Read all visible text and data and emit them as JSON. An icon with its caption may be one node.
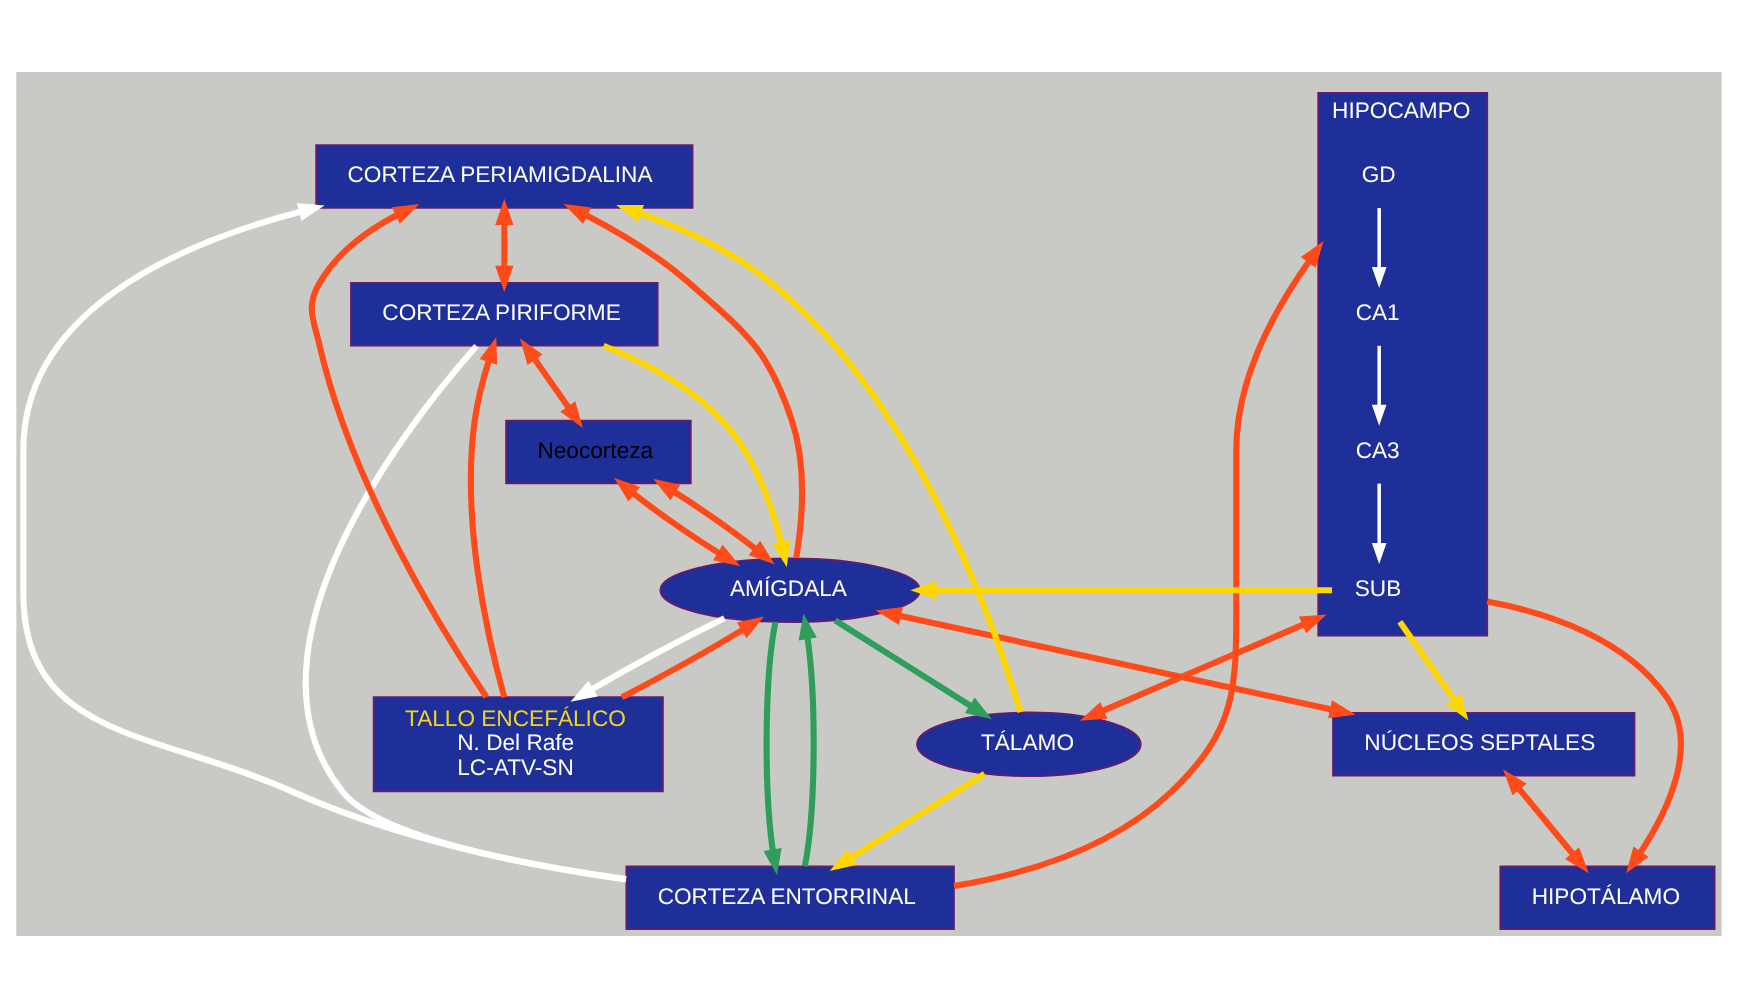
{
  "diagram": {
    "nodes": [
      {
        "text": [
          "CORTEZA PERIAMIGDALINA"
        ]
      },
      {
        "text": [
          "CORTEZA PIRIFORME"
        ]
      },
      {
        "text": [
          "Neocorteza"
        ]
      },
      {
        "text": [
          "CORTEZA ENTORRINAL"
        ]
      },
      {
        "text": [
          "AMÍGDALA"
        ]
      },
      {
        "text": [
          "HIPOCAMPO"
        ]
      },
      {
        "text": [
          "GD"
        ],
        "in": 5
      },
      {
        "text": [
          "CA1"
        ],
        "in": 5
      },
      {
        "text": [
          "CA3"
        ],
        "in": 5
      },
      {
        "text": [
          "SUB"
        ],
        "in": 5
      },
      {
        "text": [
          "TALLO ENCEFÁLICO",
          "N. Del Rafe",
          "LC-ATV-SN"
        ]
      },
      {
        "text": [
          "NÚCLEOS SEPTALES"
        ]
      },
      {
        "text": [
          "TÁLAMO"
        ]
      },
      {
        "text": [
          "HIPOTÁLAMO"
        ]
      }
    ],
    "edges": [
      {
        "from": 10,
        "to": 0,
        "arrow": "to",
        "color": "#ff4a1a"
      },
      {
        "from": 10,
        "to": 1,
        "arrow": "to",
        "color": "#ff4a1a"
      },
      {
        "from": 10,
        "to": 4,
        "arrow": "to",
        "color": "#ff4a1a"
      },
      {
        "from": 0,
        "to": 1,
        "arrow": "both",
        "color": "#ff4a1a"
      },
      {
        "from": 1,
        "to": 2,
        "arrow": "both",
        "color": "#ff4a1a"
      },
      {
        "from": 4,
        "to": 0,
        "arrow": "to",
        "color": "#ff4a1a"
      },
      {
        "from": 2,
        "to": 4,
        "arrow": "both",
        "color": "#ff4a1a"
      },
      {
        "from": 2,
        "to": 4,
        "arrow": "both",
        "color": "#ff4a1a"
      },
      {
        "from": 4,
        "to": 11,
        "arrow": "both",
        "color": "#ff4a1a"
      },
      {
        "from": 11,
        "to": 13,
        "arrow": "both",
        "color": "#ff4a1a"
      },
      {
        "from": 3,
        "to": 5,
        "arrow": "to",
        "color": "#ff4a1a"
      },
      {
        "from": 5,
        "to": 12,
        "arrow": "both",
        "color": "#ff4a1a"
      },
      {
        "from": 5,
        "to": 13,
        "arrow": "to",
        "color": "#ff4a1a"
      },
      {
        "from": 12,
        "to": 0,
        "arrow": "to",
        "color": "#ffd700"
      },
      {
        "from": 12,
        "to": 3,
        "arrow": "to",
        "color": "#ffd700"
      },
      {
        "from": 1,
        "to": 4,
        "arrow": "to",
        "color": "#ffd700"
      },
      {
        "from": 9,
        "to": 4,
        "arrow": "to",
        "color": "#ffd700"
      },
      {
        "from": 9,
        "to": 11,
        "arrow": "to",
        "color": "#ffd700"
      },
      {
        "from": 3,
        "to": 0,
        "arrow": "to",
        "color": "#ffffff"
      },
      {
        "from": 1,
        "to": 3,
        "arrow": "none",
        "color": "#ffffff"
      },
      {
        "from": 4,
        "to": 10,
        "arrow": "to",
        "color": "#ffffff"
      },
      {
        "from": 4,
        "to": 3,
        "arrow": "to",
        "color": "#2e9e5a"
      },
      {
        "from": 3,
        "to": 4,
        "arrow": "to",
        "color": "#2e9e5a"
      },
      {
        "from": 4,
        "to": 12,
        "arrow": "to",
        "color": "#2e9e5a"
      },
      {
        "from": 6,
        "to": 7,
        "arrow": "to",
        "color": "#ffffff"
      },
      {
        "from": 7,
        "to": 8,
        "arrow": "to",
        "color": "#ffffff"
      },
      {
        "from": 8,
        "to": 9,
        "arrow": "to",
        "color": "#ffffff"
      }
    ]
  }
}
